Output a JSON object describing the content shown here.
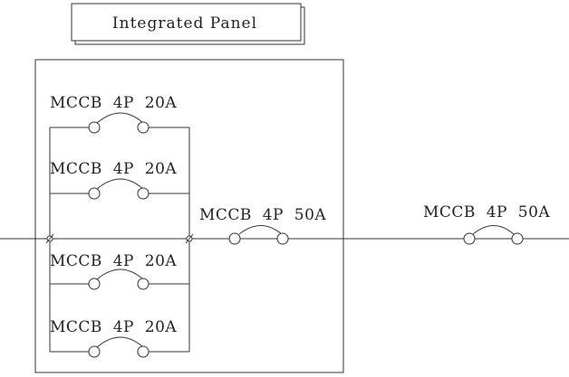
{
  "title_box": {
    "text": "Integrated Panel"
  },
  "branch_breakers": [
    {
      "label": "MCCB  4P  20A"
    },
    {
      "label": "MCCB  4P  20A"
    },
    {
      "label": "MCCB  4P  20A"
    },
    {
      "label": "MCCB  4P  20A"
    }
  ],
  "main_breaker": {
    "label": "MCCB  4P  50A"
  },
  "feeder_breaker": {
    "label": "MCCB  4P  50A"
  }
}
